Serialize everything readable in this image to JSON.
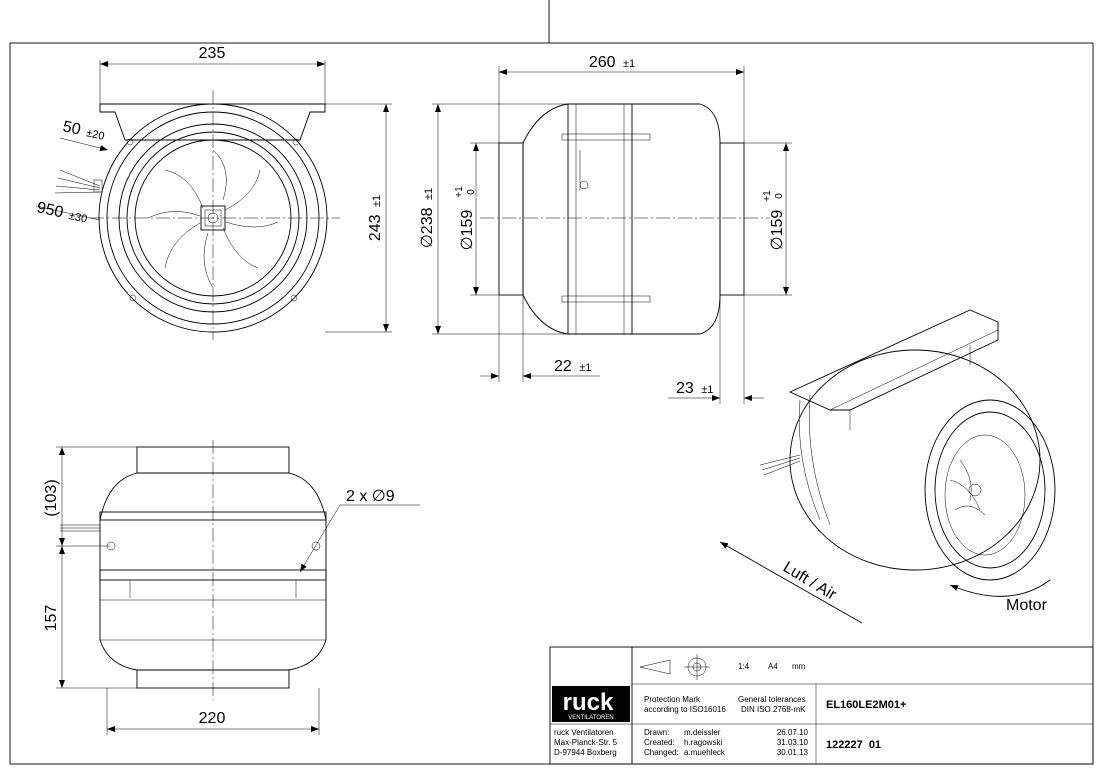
{
  "drawing": {
    "front_view": {
      "width": "235",
      "height": "243",
      "height_tol": "±1",
      "cable_length_1": "50",
      "cable_tol_1": "±20",
      "cable_length_2": "950",
      "cable_tol_2": "±30"
    },
    "side_view": {
      "length": "260",
      "length_tol": "±1",
      "dia_outer": "∅238",
      "dia_outer_tol": "±1",
      "dia_inlet": "∅159",
      "dia_tol_plus": "+1",
      "dia_tol_zero": "0",
      "dia_outlet": "∅159",
      "spigot_left": "22",
      "spigot_left_tol": "±1",
      "spigot_right": "23",
      "spigot_right_tol": "±1"
    },
    "bottom_view": {
      "width": "220",
      "height_upper": "(103)",
      "height_lower": "157",
      "holes": "2 x ∅9"
    },
    "iso_view": {
      "airflow_label": "Luft / Air",
      "motor_label": "Motor"
    },
    "title_block": {
      "logo_text": "ruck",
      "logo_sub": "VENTILATOREN",
      "scale": "1:4",
      "paper": "A4",
      "unit": "mm",
      "protection_line1": "Protection Mark",
      "protection_line2": "according to ISO16016",
      "tolerance_line1": "General tolerances",
      "tolerance_line2": "DIN ISO 2768-mK",
      "model": "EL160LE2M01+",
      "company_name": "ruck Ventilatoren",
      "company_street": "Max-Planck-Str. 5",
      "company_city": "D-97944 Boxberg",
      "drawn_label": "Drawn:",
      "drawn_by": "m.deissler",
      "drawn_date": "26.07.10",
      "created_label": "Created:",
      "created_by": "h.ragowski",
      "created_date": "31.03.10",
      "changed_label": "Changed:",
      "changed_by": "a.muehleck",
      "changed_date": "30.01.13",
      "drawing_number": "122227  01"
    }
  }
}
